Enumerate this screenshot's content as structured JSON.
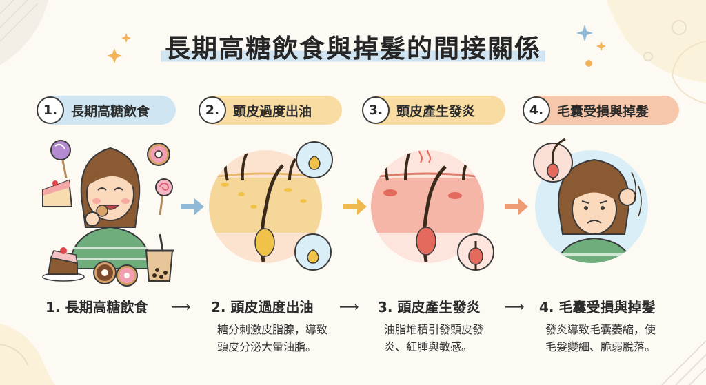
{
  "title": "長期高糖飲食與掉髮的間接關係",
  "colors": {
    "pill1": "#cfe5f2",
    "pill2": "#f8dca2",
    "pill3": "#f8dca2",
    "pill4": "#f6c7aa",
    "arrow1": "#8fb9d6",
    "arrow2": "#f0b94f",
    "arrow3": "#ee9a73"
  },
  "steps": [
    {
      "num": "1.",
      "pill_label": "長期高糖飲食",
      "title": "1. 長期高糖飲食",
      "desc": ""
    },
    {
      "num": "2.",
      "pill_label": "頭皮過度出油",
      "title": "2. 頭皮過度出油",
      "desc": "糖分刺激皮脂腺，導致\n頭皮分泌大量油脂。"
    },
    {
      "num": "3.",
      "pill_label": "頭皮產生發炎",
      "title": "3. 頭皮產生發炎",
      "desc": "油脂堆積引發頭皮發\n炎、紅腫與敏感。"
    },
    {
      "num": "4.",
      "pill_label": "毛囊受損與掉髮",
      "title": "4. 毛囊受損與掉髮",
      "desc": "發炎導致毛囊萎縮，使\n毛髮變細、脆弱脫落。"
    }
  ],
  "flow_arrow": "⟶"
}
